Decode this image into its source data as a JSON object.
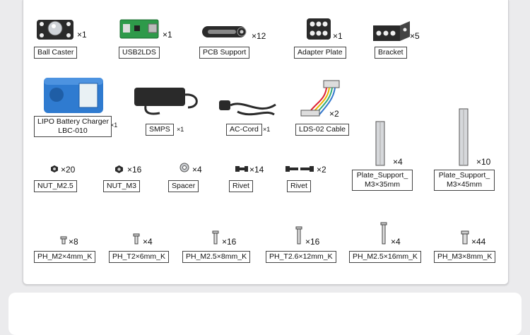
{
  "parts": {
    "ball_caster": {
      "label": "Ball Caster",
      "qty": "×1"
    },
    "usb2lds": {
      "label": "USB2LDS",
      "qty": "×1"
    },
    "pcb_support": {
      "label": "PCB Support",
      "qty": "×12"
    },
    "adapter_plate": {
      "label": "Adapter Plate",
      "qty": "×1"
    },
    "bracket": {
      "label": "Bracket",
      "qty": "×5"
    },
    "lipo_charger": {
      "label_line1": "LIPO Battery Charger",
      "label_line2": "LBC-010",
      "qty": "×1"
    },
    "smps": {
      "label": "SMPS",
      "qty": "×1"
    },
    "ac_cord": {
      "label": "AC-Cord",
      "qty": "×1"
    },
    "lds02_cable": {
      "label": "LDS-02 Cable",
      "qty": "×2"
    },
    "plate_support_35": {
      "label_line1": "Plate_Support_",
      "label_line2": "M3×35mm",
      "qty": "×4"
    },
    "plate_support_45": {
      "label_line1": "Plate_Support_",
      "label_line2": "M3×45mm",
      "qty": "×10"
    },
    "nut_m25": {
      "label": "NUT_M2.5",
      "qty": "×20"
    },
    "nut_m3": {
      "label": "NUT_M3",
      "qty": "×16"
    },
    "spacer": {
      "label": "Spacer",
      "qty": "×4"
    },
    "rivet1": {
      "label": "Rivet",
      "qty": "×14"
    },
    "rivet2": {
      "label": "Rivet",
      "qty": "×2"
    },
    "ph_m2_4": {
      "label": "PH_M2×4mm_K",
      "qty": "×8"
    },
    "ph_t2_6": {
      "label": "PH_T2×6mm_K",
      "qty": "×4"
    },
    "ph_m25_8": {
      "label": "PH_M2.5×8mm_K",
      "qty": "×16"
    },
    "ph_t26_12": {
      "label": "PH_T2.6×12mm_K",
      "qty": "×16"
    },
    "ph_m25_16": {
      "label": "PH_M2.5×16mm_K",
      "qty": "×4"
    },
    "ph_m3_8": {
      "label": "PH_M3×8mm_K",
      "qty": "×44"
    }
  },
  "colors": {
    "charger_blue": "#2f7bd0",
    "pcb_green": "#2e9a4a",
    "part_dark": "#2a2a2a"
  }
}
